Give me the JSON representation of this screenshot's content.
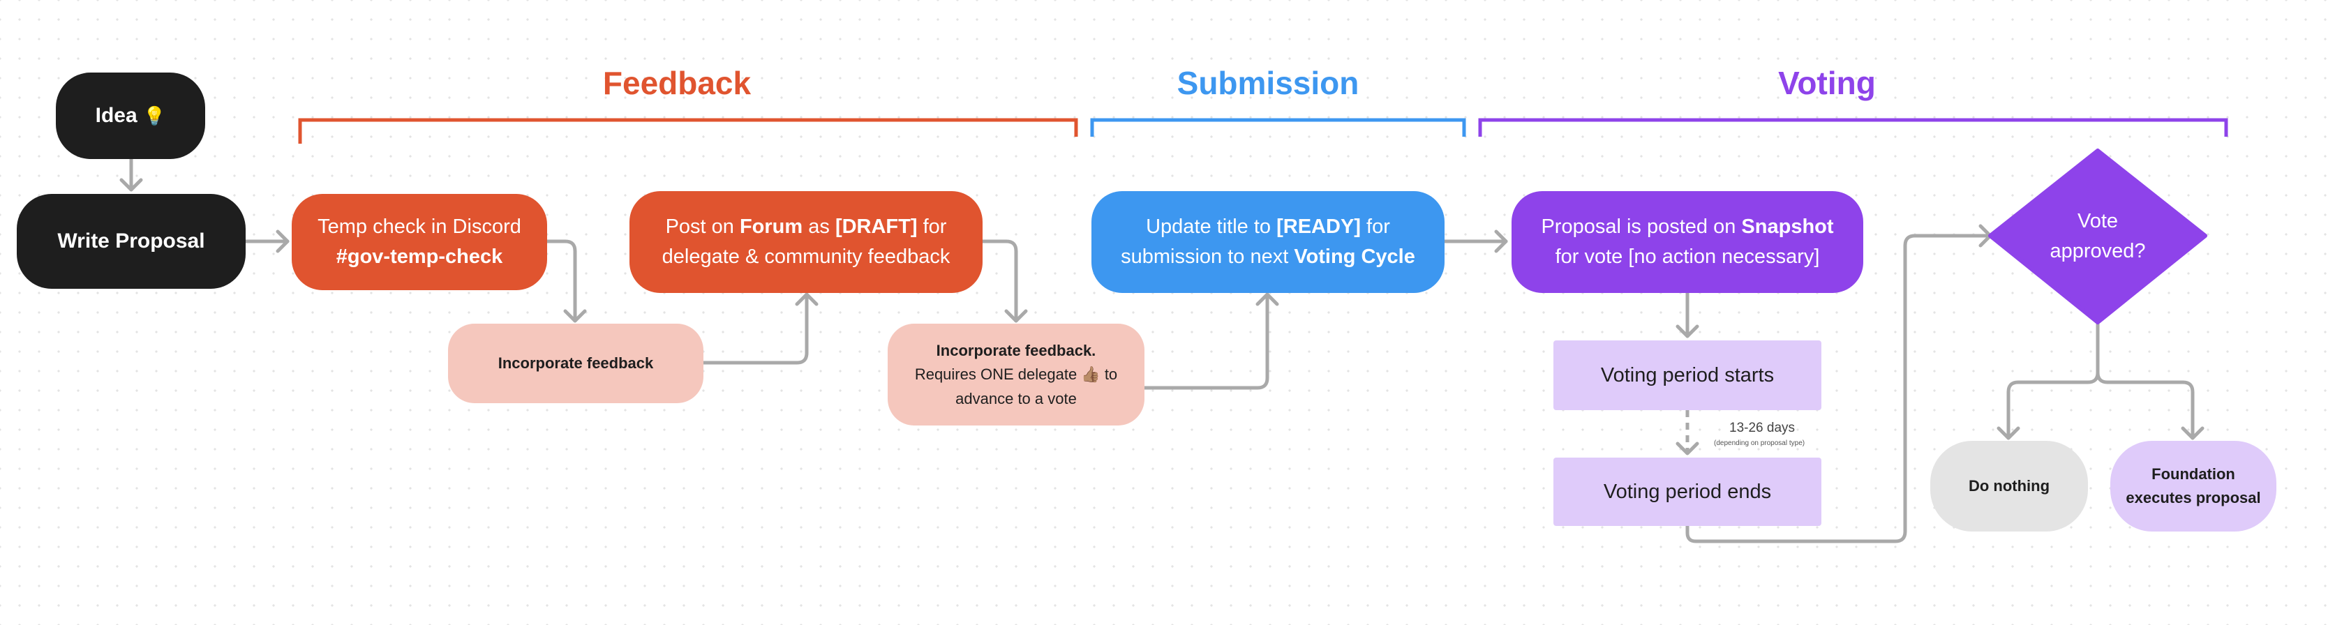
{
  "sections": {
    "feedback": {
      "title": "Feedback",
      "color": "#e0542f"
    },
    "submission": {
      "title": "Submission",
      "color": "#3d97f0"
    },
    "voting": {
      "title": "Voting",
      "color": "#8e43ea"
    }
  },
  "nodes": {
    "idea": {
      "label": "Idea",
      "icon": "lightbulb-icon",
      "emoji": "💡"
    },
    "write_proposal": {
      "label": "Write Proposal"
    },
    "temp_check": {
      "line1": "Temp check in Discord",
      "line2": "#gov-temp-check"
    },
    "incorporate_1": {
      "label": "Incorporate feedback"
    },
    "post_forum": {
      "line1_a": "Post on ",
      "line1_b": "Forum",
      "line1_c": " as ",
      "line1_d": "[DRAFT]",
      "line1_e": " for",
      "line2": "delegate & community feedback"
    },
    "incorporate_2": {
      "line1": "Incorporate feedback.",
      "line2_a": "Requires ONE delegate ",
      "line2_emoji": "👍🏽",
      "line2_b": " to",
      "line3": "advance to a vote"
    },
    "update_title": {
      "line1_a": "Update title to ",
      "line1_b": "[READY]",
      "line1_c": " for",
      "line2_a": "submission to next ",
      "line2_b": "Voting Cycle"
    },
    "snapshot": {
      "line1_a": "Proposal is posted on ",
      "line1_b": "Snapshot",
      "line2": "for vote [no action necessary]"
    },
    "voting_starts": {
      "label": "Voting period starts"
    },
    "duration": {
      "label": "13-26 days",
      "note": "(depending on proposal type)"
    },
    "voting_ends": {
      "label": "Voting period ends"
    },
    "vote_approved": {
      "line1": "Vote",
      "line2": "approved?"
    },
    "do_nothing": {
      "label": "Do nothing"
    },
    "foundation": {
      "line1": "Foundation",
      "line2": "executes proposal"
    }
  },
  "colors": {
    "dark": "#1e1e1e",
    "orange": "#e0542f",
    "pink": "#f5c7bd",
    "blue": "#3d97f0",
    "purple": "#8e43ea",
    "lavender": "#dfcbfa",
    "grey": "#e4e4e4",
    "connector": "#a9a9a9"
  }
}
